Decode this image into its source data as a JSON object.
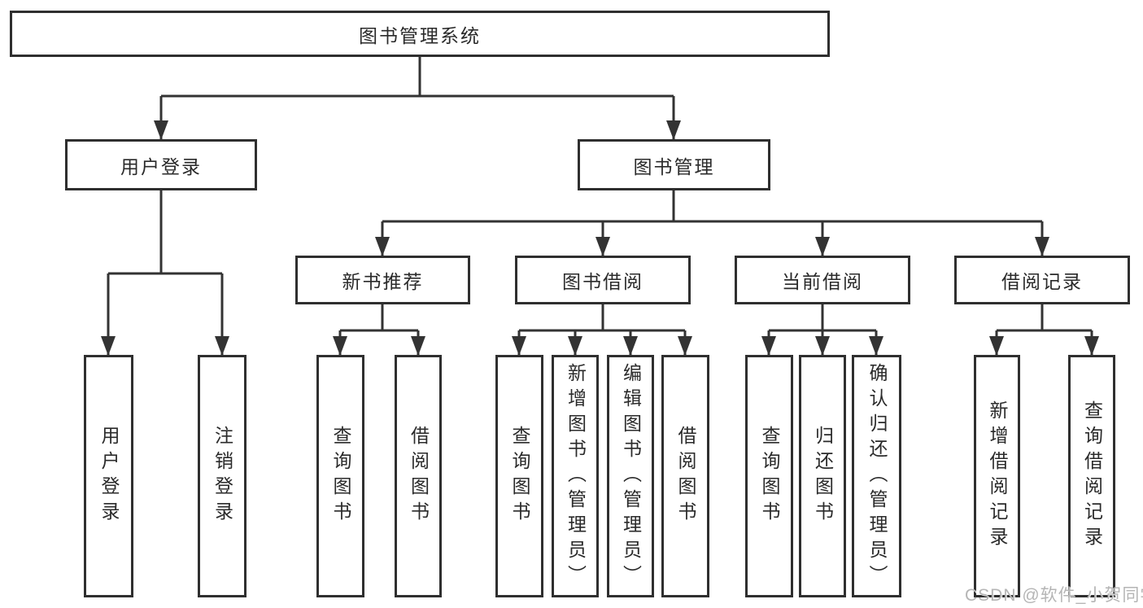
{
  "watermark": "CSDN @软件_小贺同学",
  "colors": {
    "line": "#333333",
    "box_border": "#2f2f2f",
    "text": "#2a2a2a",
    "watermark": "#b5b5b5",
    "background": "#ffffff"
  },
  "tree": {
    "root": "图书管理系统",
    "children": [
      {
        "label": "用户登录",
        "children": [
          {
            "label": "用户登录"
          },
          {
            "label": "注销登录"
          }
        ]
      },
      {
        "label": "图书管理",
        "children": [
          {
            "label": "新书推荐",
            "children": [
              {
                "label": "查询图书"
              },
              {
                "label": "借阅图书"
              }
            ]
          },
          {
            "label": "图书借阅",
            "children": [
              {
                "label": "查询图书"
              },
              {
                "label": "新增图书（管理员）"
              },
              {
                "label": "编辑图书（管理员）"
              },
              {
                "label": "借阅图书"
              }
            ]
          },
          {
            "label": "当前借阅",
            "children": [
              {
                "label": "查询图书"
              },
              {
                "label": "归还图书"
              },
              {
                "label": "确认归还（管理员）"
              }
            ]
          },
          {
            "label": "借阅记录",
            "children": [
              {
                "label": "新增借阅记录"
              },
              {
                "label": "查询借阅记录"
              }
            ]
          }
        ]
      }
    ]
  }
}
